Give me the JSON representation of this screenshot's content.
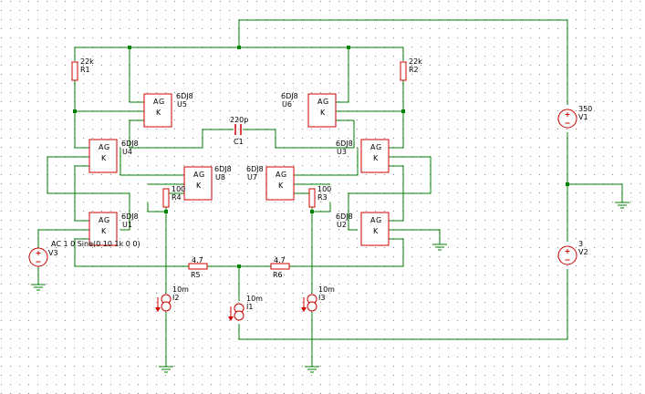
{
  "colors": {
    "background": "#ffffff",
    "grid_dot": "#808080",
    "wire": "#008000",
    "component": "#d00000",
    "text": "#000000"
  },
  "pins": {
    "a": "A",
    "g": "G",
    "k": "K"
  },
  "tubes": [
    {
      "id": "U5",
      "type": "6DJ8"
    },
    {
      "id": "U6",
      "type": "6DJ8"
    },
    {
      "id": "U4",
      "type": "6DJ8"
    },
    {
      "id": "U3",
      "type": "6DJ8"
    },
    {
      "id": "U8",
      "type": "6DJ8"
    },
    {
      "id": "U7",
      "type": "6DJ8"
    },
    {
      "id": "U1",
      "type": "6DJ8"
    },
    {
      "id": "U2",
      "type": "6DJ8"
    }
  ],
  "resistors": [
    {
      "id": "R1",
      "value": "22k"
    },
    {
      "id": "R2",
      "value": "22k"
    },
    {
      "id": "R4",
      "value": "100"
    },
    {
      "id": "R3",
      "value": "100"
    },
    {
      "id": "R5",
      "value": "4.7"
    },
    {
      "id": "R6",
      "value": "4.7"
    }
  ],
  "capacitor": {
    "id": "C1",
    "value": "220p"
  },
  "current_sources": [
    {
      "id": "I2",
      "value": "10m"
    },
    {
      "id": "I1",
      "value": "10m"
    },
    {
      "id": "I3",
      "value": "10m"
    }
  ],
  "voltage_sources": [
    {
      "id": "V1",
      "value": "350"
    },
    {
      "id": "V2",
      "value": "3"
    },
    {
      "id": "V3",
      "value": "AC 1  0 Sine(0 10  1k 0 0)"
    }
  ]
}
